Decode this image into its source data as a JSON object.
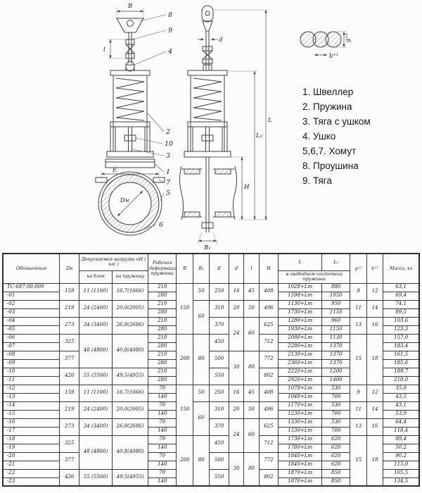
{
  "legend": {
    "items": [
      "1. Швеллер",
      "2. Пружина",
      "3. Тяга с ушком",
      "4. Ушко",
      "5,6,7. Хомут",
      "8. Проушина",
      "9. Тяга"
    ]
  },
  "drawing": {
    "callouts": {
      "c1": "1",
      "c2": "2",
      "c3": "3",
      "c4": "4",
      "c5": "5",
      "c6": "6",
      "c7": "7",
      "c8": "8",
      "c9": "9",
      "c10": "10"
    },
    "dims": {
      "B": "B",
      "B1": "B₁",
      "d": "d",
      "l": "l",
      "E": "E",
      "Dn": "Dн",
      "H": "И",
      "L": "L",
      "L3": "L₃",
      "g": "g⁺¹",
      "b": "b⁺¹"
    }
  },
  "table": {
    "header": [
      [
        {
          "t": "Обозначение",
          "rs": 2
        },
        {
          "t": "Dн",
          "rs": 2
        },
        {
          "t": "Допускаемая нагрузка кН ( кгс )",
          "cs": 2
        },
        {
          "t": "Рабочая деформация пружины",
          "rs": 2
        },
        {
          "t": "В",
          "rs": 2
        },
        {
          "t": "В₁",
          "rs": 2
        },
        {
          "t": "Е",
          "rs": 2
        },
        {
          "t": "d",
          "rs": 2
        },
        {
          "t": "l",
          "rs": 2
        },
        {
          "t": "Н",
          "rs": 2
        },
        {
          "t": "L"
        },
        {
          "t": "L₃"
        },
        {
          "t": "g⁺¹",
          "rs": 2
        },
        {
          "t": "b⁺¹",
          "rs": 2
        },
        {
          "t": "Масса, кг",
          "rs": 2
        }
      ],
      [
        {
          "t": "на блок"
        },
        {
          "t": "на пружину"
        },
        {
          "t": "в свободном состоянии пружины",
          "cs": 2
        }
      ]
    ],
    "rows": [
      [
        {
          "t": "ТС-687.00.000"
        },
        {
          "t": "159",
          "rs": 2
        },
        {
          "t": "11 (1100)",
          "rs": 2
        },
        {
          "t": "16,7(1666)",
          "rs": 2
        },
        {
          "t": "210"
        },
        {
          "t": "150",
          "rs": 6
        },
        {
          "t": "50",
          "rs": 2
        },
        {
          "t": "250",
          "rs": 2
        },
        {
          "t": "16",
          "rs": 2
        },
        {
          "t": "45",
          "rs": 2
        },
        {
          "t": "408",
          "rs": 2
        },
        {
          "t": "1028+Lт"
        },
        {
          "t": "880"
        },
        {
          "t": "9",
          "rs": 2
        },
        {
          "t": "12",
          "rs": 2
        },
        {
          "t": "63,1"
        }
      ],
      [
        {
          "t": "-01"
        },
        {
          "t": "280"
        },
        {
          "t": "1598+Lт"
        },
        {
          "t": "1050"
        },
        {
          "t": "69,4"
        }
      ],
      [
        {
          "t": "-02"
        },
        {
          "t": "219",
          "rs": 2
        },
        {
          "t": "24 (2400)",
          "rs": 2
        },
        {
          "t": "20,0(2005)",
          "rs": 2
        },
        {
          "t": "210"
        },
        {
          "t": "60",
          "rs": 4
        },
        {
          "t": "310",
          "rs": 2
        },
        {
          "t": "20",
          "rs": 2
        },
        {
          "t": "50",
          "rs": 2
        },
        {
          "t": "496",
          "rs": 2
        },
        {
          "t": "1130+Lт"
        },
        {
          "t": "950"
        },
        {
          "t": "11",
          "rs": 2
        },
        {
          "t": "14",
          "rs": 2
        },
        {
          "t": "74,1"
        }
      ],
      [
        {
          "t": "-03"
        },
        {
          "t": "280"
        },
        {
          "t": "1730+Lт"
        },
        {
          "t": "1150"
        },
        {
          "t": "89,5"
        }
      ],
      [
        {
          "t": "-04"
        },
        {
          "t": "273",
          "rs": 2
        },
        {
          "t": "34 (3400)",
          "rs": 2
        },
        {
          "t": "26,9(2686)",
          "rs": 2
        },
        {
          "t": "210"
        },
        {
          "t": "370",
          "rs": 2
        },
        {
          "t": "24",
          "rs": 4
        },
        {
          "t": "60",
          "rs": 4
        },
        {
          "t": "625",
          "rs": 2
        },
        {
          "t": "1280+Lт"
        },
        {
          "t": "960"
        },
        {
          "t": "13",
          "rs": 2
        },
        {
          "t": "16",
          "rs": 2
        },
        {
          "t": "103,6"
        }
      ],
      [
        {
          "t": "-05"
        },
        {
          "t": "280"
        },
        {
          "t": "1930+Lт"
        },
        {
          "t": "1150"
        },
        {
          "t": "123,3"
        }
      ],
      [
        {
          "t": "-06"
        },
        {
          "t": "325",
          "rs": 2
        },
        {
          "t": "48 (4800)",
          "rs": 4
        },
        {
          "t": "40,8(4080)",
          "rs": 4
        },
        {
          "t": "210"
        },
        {
          "t": "200",
          "rs": 6
        },
        {
          "t": "80",
          "rs": 6
        },
        {
          "t": "450",
          "rs": 2
        },
        {
          "t": "712",
          "rs": 2
        },
        {
          "t": "2080+Lт"
        },
        {
          "t": "1130"
        },
        {
          "t": "15",
          "rs": 6
        },
        {
          "t": "18",
          "rs": 6
        },
        {
          "t": "157,0"
        }
      ],
      [
        {
          "t": "-07"
        },
        {
          "t": "280"
        },
        {
          "t": "2280+Lт"
        },
        {
          "t": "1370"
        },
        {
          "t": "183,4"
        }
      ],
      [
        {
          "t": "-08"
        },
        {
          "t": "377",
          "rs": 2
        },
        {
          "t": "210"
        },
        {
          "t": "500",
          "rs": 2
        },
        {
          "t": "30",
          "rs": 4
        },
        {
          "t": "80",
          "rs": 4
        },
        {
          "t": "772",
          "rs": 2
        },
        {
          "t": "2130+Lт"
        },
        {
          "t": "1370"
        },
        {
          "t": "161,5"
        }
      ],
      [
        {
          "t": "-09"
        },
        {
          "t": "280"
        },
        {
          "t": "2360+Lт"
        },
        {
          "t": "1370"
        },
        {
          "t": "185,6"
        }
      ],
      [
        {
          "t": "-10"
        },
        {
          "t": "426",
          "rs": 2
        },
        {
          "t": "55 (5500)",
          "rs": 2
        },
        {
          "t": "49,5(4955)",
          "rs": 2
        },
        {
          "t": "210"
        },
        {
          "t": "550",
          "rs": 2
        },
        {
          "t": "802",
          "rs": 2
        },
        {
          "t": "2220+Lт"
        },
        {
          "t": "1200"
        },
        {
          "t": "189,7"
        }
      ],
      [
        {
          "t": "-11"
        },
        {
          "t": "280"
        },
        {
          "t": "2920+Lт"
        },
        {
          "t": "1400"
        },
        {
          "t": "218,0"
        }
      ],
      [
        {
          "t": "-12"
        },
        {
          "t": "159",
          "rs": 2
        },
        {
          "t": "11 (1100)",
          "rs": 2
        },
        {
          "t": "16,7(1666)",
          "rs": 2
        },
        {
          "t": "70"
        },
        {
          "t": "150",
          "rs": 6
        },
        {
          "t": "50",
          "rs": 2
        },
        {
          "t": "250",
          "rs": 2
        },
        {
          "t": "16",
          "rs": 2
        },
        {
          "t": "45",
          "rs": 2
        },
        {
          "t": "408",
          "rs": 2
        },
        {
          "t": "1078+Lт"
        },
        {
          "t": "530"
        },
        {
          "t": "9",
          "rs": 2
        },
        {
          "t": "12",
          "rs": 2
        },
        {
          "t": "35,0"
        }
      ],
      [
        {
          "t": "-13"
        },
        {
          "t": "140"
        },
        {
          "t": "1048+Lт"
        },
        {
          "t": "700"
        },
        {
          "t": "43,5"
        }
      ],
      [
        {
          "t": "-14"
        },
        {
          "t": "219",
          "rs": 2
        },
        {
          "t": "24 (2400)",
          "rs": 2
        },
        {
          "t": "20,0(2005)",
          "rs": 2
        },
        {
          "t": "70"
        },
        {
          "t": "60",
          "rs": 4
        },
        {
          "t": "310",
          "rs": 2
        },
        {
          "t": "20",
          "rs": 2
        },
        {
          "t": "50",
          "rs": 2
        },
        {
          "t": "496",
          "rs": 2
        },
        {
          "t": "1170+Lт"
        },
        {
          "t": "530"
        },
        {
          "t": "11",
          "rs": 2
        },
        {
          "t": "14",
          "rs": 2
        },
        {
          "t": "43,1"
        }
      ],
      [
        {
          "t": "-15"
        },
        {
          "t": "140"
        },
        {
          "t": "1230+Lт"
        },
        {
          "t": "700"
        },
        {
          "t": "53,9"
        }
      ],
      [
        {
          "t": "-16"
        },
        {
          "t": "273",
          "rs": 2
        },
        {
          "t": "34 (3400)",
          "rs": 2
        },
        {
          "t": "26,9(2686)",
          "rs": 2
        },
        {
          "t": "70"
        },
        {
          "t": "370",
          "rs": 2
        },
        {
          "t": "24",
          "rs": 4
        },
        {
          "t": "60",
          "rs": 4
        },
        {
          "t": "625",
          "rs": 2
        },
        {
          "t": "1330+Lт"
        },
        {
          "t": "530"
        },
        {
          "t": "13",
          "rs": 2
        },
        {
          "t": "16",
          "rs": 2
        },
        {
          "t": "64,4"
        }
      ],
      [
        {
          "t": "-17"
        },
        {
          "t": "140"
        },
        {
          "t": "1530+Lт"
        },
        {
          "t": "700"
        },
        {
          "t": "118,4"
        }
      ],
      [
        {
          "t": "-18"
        },
        {
          "t": "325",
          "rs": 2
        },
        {
          "t": "48 (4800)",
          "rs": 4
        },
        {
          "t": "40,8(4080)",
          "rs": 4
        },
        {
          "t": "70"
        },
        {
          "t": "200",
          "rs": 6
        },
        {
          "t": "80",
          "rs": 6
        },
        {
          "t": "450",
          "rs": 2
        },
        {
          "t": "712",
          "rs": 2
        },
        {
          "t": "1730+Lт"
        },
        {
          "t": "620"
        },
        {
          "t": "15",
          "rs": 6
        },
        {
          "t": "18",
          "rs": 6
        },
        {
          "t": "89,4"
        }
      ],
      [
        {
          "t": "-19"
        },
        {
          "t": "140"
        },
        {
          "t": "1780+Lт"
        },
        {
          "t": "620"
        },
        {
          "t": "50,2"
        }
      ],
      [
        {
          "t": "-20"
        },
        {
          "t": "377",
          "rs": 2
        },
        {
          "t": "70"
        },
        {
          "t": "500",
          "rs": 2
        },
        {
          "t": "30",
          "rs": 4
        },
        {
          "t": "80",
          "rs": 4
        },
        {
          "t": "772",
          "rs": 2
        },
        {
          "t": "1840+Lт"
        },
        {
          "t": "620"
        },
        {
          "t": "90,2"
        }
      ],
      [
        {
          "t": "-21"
        },
        {
          "t": "140"
        },
        {
          "t": "1840+Lт"
        },
        {
          "t": "620"
        },
        {
          "t": "115,0"
        }
      ],
      [
        {
          "t": "-22"
        },
        {
          "t": "426",
          "rs": 2
        },
        {
          "t": "55 (5500)",
          "rs": 2
        },
        {
          "t": "49,5(4955)",
          "rs": 2
        },
        {
          "t": "70"
        },
        {
          "t": "550",
          "rs": 2
        },
        {
          "t": "802",
          "rs": 2
        },
        {
          "t": "1870+Lт"
        },
        {
          "t": "850"
        },
        {
          "t": "105,5"
        }
      ],
      [
        {
          "t": "-23"
        },
        {
          "t": "140"
        },
        {
          "t": "1870+Lт"
        },
        {
          "t": "850"
        },
        {
          "t": "134,5"
        }
      ]
    ]
  }
}
